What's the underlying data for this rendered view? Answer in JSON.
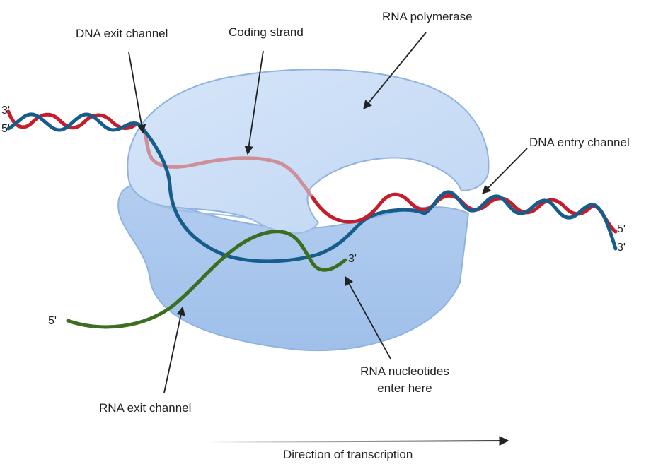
{
  "colors": {
    "template_strand": "#175d8c",
    "coding_strand": "#c41e2c",
    "coding_strand_inside": "#cf8f98",
    "rna": "#3b6e1e",
    "polymerase_fill": "#c3d9f5",
    "polymerase_outline": "#8fb3de",
    "label_text": "#222222"
  },
  "icons": {
    "pointer": "arrow-icon",
    "direction": "right-arrow-icon"
  },
  "labels": {
    "dna_exit": "DNA exit channel",
    "coding_strand": "Coding strand",
    "rna_polymerase": "RNA polymerase",
    "dna_entry": "DNA entry channel",
    "rna_nucleotides_line1": "RNA nucleotides",
    "rna_nucleotides_line2": "enter here",
    "rna_exit": "RNA exit channel",
    "direction": "Direction of transcription"
  },
  "strand_ends": {
    "left_top": "3'",
    "left_bottom": "5'",
    "right_top": "5'",
    "right_bottom": "3'",
    "rna_start": "5'",
    "rna_end": "3'"
  }
}
